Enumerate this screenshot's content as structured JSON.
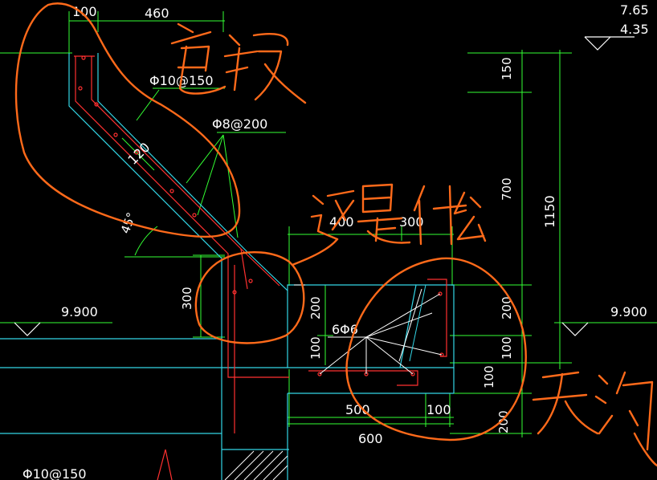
{
  "dimensions": {
    "top_100": "100",
    "top_460": "460",
    "elev_765": "7.65",
    "elev_435": "4.35",
    "v_150": "150",
    "v_700": "700",
    "v_1150": "1150",
    "v_200a": "200",
    "v_100a": "100",
    "v_100b": "100",
    "v_200b": "200",
    "slab_120": "120",
    "angle_45": "45°",
    "h_300": "300",
    "h_400": "400",
    "h_300b": "300",
    "b_200": "200",
    "b_100": "100",
    "b_500": "500",
    "b_100r": "100",
    "b_600": "600",
    "level_left": "9.900",
    "level_right": "9.900"
  },
  "rebar": {
    "phi10_150": "Φ10@150",
    "phi8_200": "Φ8@200",
    "six_phi6": "6Φ6",
    "phi10_150_bottom": "Φ10@150"
  },
  "colors": {
    "background": "#000000",
    "dimension_line": "#33ff33",
    "structure_outline": "#33d6e6",
    "rebar": "#ff3030",
    "leader": "#ffffff",
    "handwriting": "#ff6a1a"
  }
}
